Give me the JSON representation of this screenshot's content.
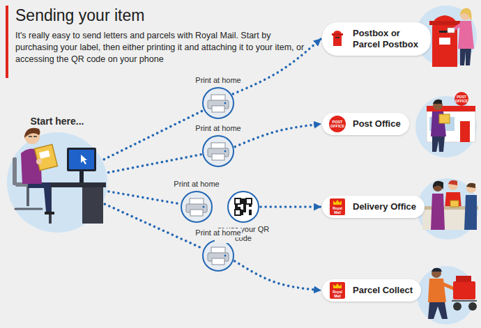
{
  "diagram": {
    "title": "Sending your item",
    "nodes": [
      {
        "text": [
          "Start here..."
        ]
      },
      {
        "text": [
          "Print at home"
        ]
      },
      {
        "text": [
          "Print at home"
        ]
      },
      {
        "text": [
          "Print at home"
        ]
      },
      {
        "text": [
          "or use your QR code"
        ]
      },
      {
        "text": [
          "Print at home"
        ]
      },
      {
        "text": [
          "Postbox or Parcel Postbox"
        ]
      },
      {
        "text": [
          "Post Office"
        ]
      },
      {
        "text": [
          "Delivery Office"
        ]
      },
      {
        "text": [
          "Parcel Collect"
        ]
      }
    ],
    "edges": [
      {
        "from": 0,
        "to": 1,
        "arrow": "none"
      },
      {
        "from": 1,
        "to": 6,
        "arrow": "to"
      },
      {
        "from": 0,
        "to": 2,
        "arrow": "none"
      },
      {
        "from": 2,
        "to": 7,
        "arrow": "to"
      },
      {
        "from": 0,
        "to": 3,
        "arrow": "none"
      },
      {
        "from": 4,
        "to": 8,
        "arrow": "to"
      },
      {
        "from": 0,
        "to": 5,
        "arrow": "none"
      },
      {
        "from": 5,
        "to": 9,
        "arrow": "to"
      }
    ],
    "labels": [
      "It's really easy to send letters and parcels with Royal Mail. Start by purchasing your label, then either printing it and attaching it to your item, or accessing the QR code on your phone",
      "POST OFFICE",
      "POST OFFICE",
      "Royal Mail",
      "Royal Mail"
    ]
  }
}
